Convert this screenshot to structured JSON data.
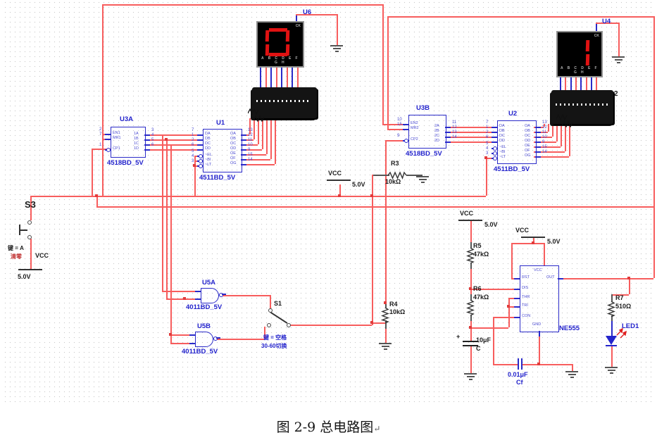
{
  "accent_colors": {
    "wire_red": "#f75d5d",
    "component_blue": "#2222cc",
    "digit_red": "#e01212",
    "grid_dot": "#c9c9c9"
  },
  "displays": {
    "u6": {
      "ref": "U6",
      "digit": "0",
      "clock_pin": "CK",
      "segment_letters": "A B C D E F G H"
    },
    "u4": {
      "ref": "U4",
      "digit": "1",
      "clock_pin": "CK",
      "segment_letters": "A B C D E F G H"
    }
  },
  "resistor_network_label": "2",
  "chips": {
    "u3a": {
      "ref": "U3A",
      "value": "4518BD_5V",
      "left_pins": [
        {
          "name": "EN1",
          "num": "2"
        },
        {
          "name": "MR1",
          "num": "7"
        },
        {
          "name": "CP1",
          "num": "1"
        }
      ],
      "right_pins": [
        {
          "name": "1A",
          "num": "3"
        },
        {
          "name": "1B",
          "num": "4"
        },
        {
          "name": "1C",
          "num": "5"
        },
        {
          "name": "1D",
          "num": "6"
        }
      ]
    },
    "u1": {
      "ref": "U1",
      "value": "4511BD_5V",
      "left_pins": [
        {
          "name": "DA",
          "num": "7"
        },
        {
          "name": "DB",
          "num": "1"
        },
        {
          "name": "DC",
          "num": "2"
        },
        {
          "name": "DD",
          "num": "6"
        },
        {
          "name": "~EL",
          "num": "5"
        },
        {
          "name": "~BI",
          "num": "4"
        },
        {
          "name": "~LT",
          "num": "3"
        }
      ],
      "right_pins": [
        {
          "name": "OA",
          "num": "13"
        },
        {
          "name": "OB",
          "num": "12"
        },
        {
          "name": "OC",
          "num": "11"
        },
        {
          "name": "OD",
          "num": "10"
        },
        {
          "name": "OE",
          "num": "9"
        },
        {
          "name": "OF",
          "num": "15"
        },
        {
          "name": "OG",
          "num": "14"
        }
      ]
    },
    "u3b": {
      "ref": "U3B",
      "value": "4518BD_5V",
      "left_pins": [
        {
          "name": "EN2",
          "num": "10"
        },
        {
          "name": "MR2",
          "num": "15"
        },
        {
          "name": "CP2",
          "num": "9"
        }
      ],
      "right_pins": [
        {
          "name": "2A",
          "num": "11"
        },
        {
          "name": "2B",
          "num": "12"
        },
        {
          "name": "2C",
          "num": "13"
        },
        {
          "name": "2D",
          "num": "14"
        }
      ]
    },
    "u2": {
      "ref": "U2",
      "value": "4511BD_5V",
      "left_pins": [
        {
          "name": "DA",
          "num": "7"
        },
        {
          "name": "DB",
          "num": "1"
        },
        {
          "name": "DC",
          "num": "2"
        },
        {
          "name": "DD",
          "num": "6"
        },
        {
          "name": "~EL",
          "num": "5"
        },
        {
          "name": "~BI",
          "num": "4"
        },
        {
          "name": "~LT",
          "num": "3"
        }
      ],
      "right_pins": [
        {
          "name": "OA",
          "num": "13"
        },
        {
          "name": "OB",
          "num": "12"
        },
        {
          "name": "OC",
          "num": "11"
        },
        {
          "name": "OD",
          "num": "10"
        },
        {
          "name": "OE",
          "num": "9"
        },
        {
          "name": "OF",
          "num": "15"
        },
        {
          "name": "OG",
          "num": "14"
        }
      ]
    },
    "u5a": {
      "ref": "U5A",
      "value": "4011BD_5V"
    },
    "u5b": {
      "ref": "U5B",
      "value": "4011BD_5V"
    },
    "ne555": {
      "ref": "NE555",
      "pin_top": "VCC",
      "pin_bottom": "GND",
      "pin_right": "OUT",
      "pins_left": [
        "RST",
        "DIS",
        "THR",
        "TRI",
        "CON"
      ]
    }
  },
  "switches": {
    "s3": {
      "ref": "S3",
      "key_hint": "键 = A",
      "action": "清零"
    },
    "s1": {
      "ref": "S1",
      "key_hint": "键 = 空格",
      "action": "30-60切换"
    }
  },
  "power": {
    "label": "VCC",
    "voltage": "5.0V"
  },
  "resistors": {
    "r3": {
      "ref": "R3",
      "value": "10kΩ"
    },
    "r4": {
      "ref": "R4",
      "value": "10kΩ"
    },
    "r5": {
      "ref": "R5",
      "value": "47kΩ"
    },
    "r6": {
      "ref": "R6",
      "value": "47kΩ"
    },
    "r7": {
      "ref": "R7",
      "value": "510Ω"
    }
  },
  "capacitors": {
    "c": {
      "ref": "C",
      "value": "10μF",
      "polarity": "+"
    },
    "cf": {
      "ref": "Cf",
      "value": "0.01μF"
    }
  },
  "led": {
    "ref": "LED1"
  },
  "caption": {
    "text": "图 2-9  总电路图",
    "return_mark": "↵"
  }
}
